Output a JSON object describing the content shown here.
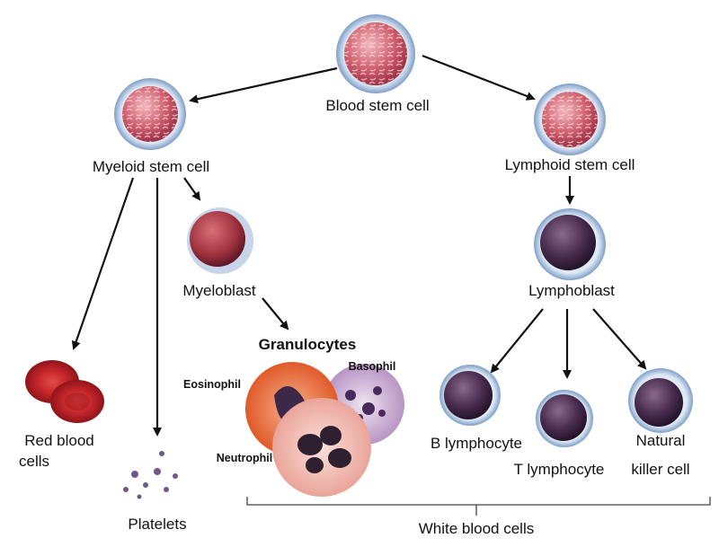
{
  "labels": {
    "blood_stem_cell": "Blood stem cell",
    "myeloid_stem_cell": "Myeloid stem cell",
    "lymphoid_stem_cell": "Lymphoid stem cell",
    "myeloblast": "Myeloblast",
    "lymphoblast": "Lymphoblast",
    "granulocytes": "Granulocytes",
    "eosinophil": "Eosinophil",
    "basophil": "Basophil",
    "neutrophil": "Neutrophil",
    "red_blood_cells_1": "Red blood",
    "red_blood_cells_2": "cells",
    "platelets": "Platelets",
    "b_lymphocyte": "B lymphocyte",
    "t_lymphocyte": "T lymphocyte",
    "natural_killer_1": "Natural",
    "natural_killer_2": "killer cell",
    "white_blood_cells": "White blood cells"
  },
  "colors": {
    "stem_cell": "#c9566a",
    "stem_membrane": "#a9c3e0",
    "lymphoid_nucleus": "#3a2540",
    "red_blood_cell": "#c8282c",
    "eosinophil": "#e8683a",
    "basophil": "#b894c4",
    "neutrophil": "#f5c4bc"
  }
}
